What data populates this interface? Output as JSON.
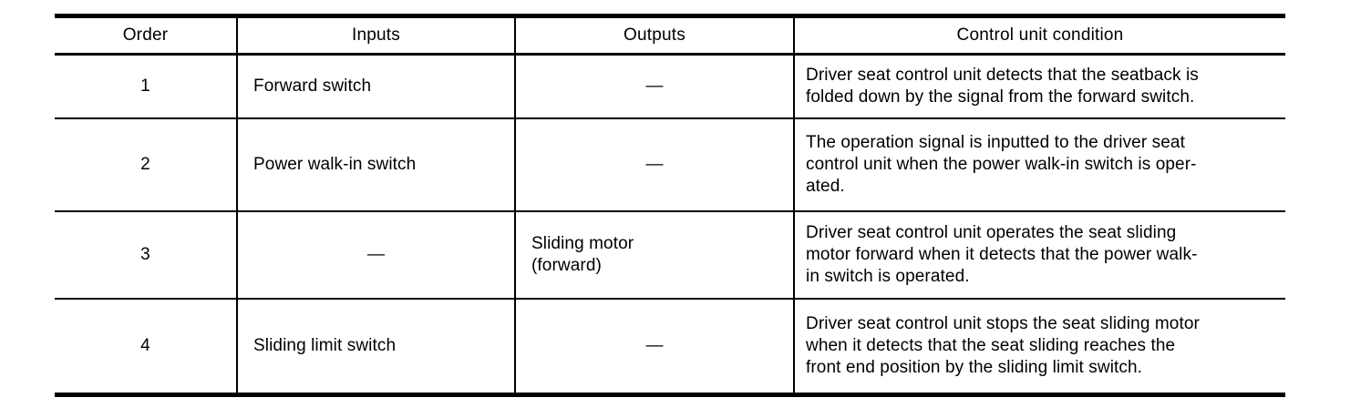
{
  "table": {
    "columns": [
      {
        "label": "Order"
      },
      {
        "label": "Inputs"
      },
      {
        "label": "Outputs"
      },
      {
        "label": "Control unit condition"
      }
    ],
    "rows": [
      {
        "order": "1",
        "inputs": "Forward switch",
        "outputs": "—",
        "condition": "Driver seat control unit detects that the seatback is\nfolded down by the signal from the forward switch."
      },
      {
        "order": "2",
        "inputs": "Power walk-in switch",
        "outputs": "—",
        "condition": "The operation signal is inputted to the driver seat\ncontrol unit when the power walk-in switch is oper-\nated."
      },
      {
        "order": "3",
        "inputs": "—",
        "outputs": "Sliding motor\n(forward)",
        "condition": "Driver seat control unit operates the seat sliding\nmotor forward when it detects that the power walk-\nin switch is operated."
      },
      {
        "order": "4",
        "inputs": "Sliding limit switch",
        "outputs": "—",
        "condition": "Driver seat control unit stops the seat sliding motor\nwhen it detects that the seat sliding reaches the\nfront end position by the sliding limit switch."
      }
    ]
  }
}
